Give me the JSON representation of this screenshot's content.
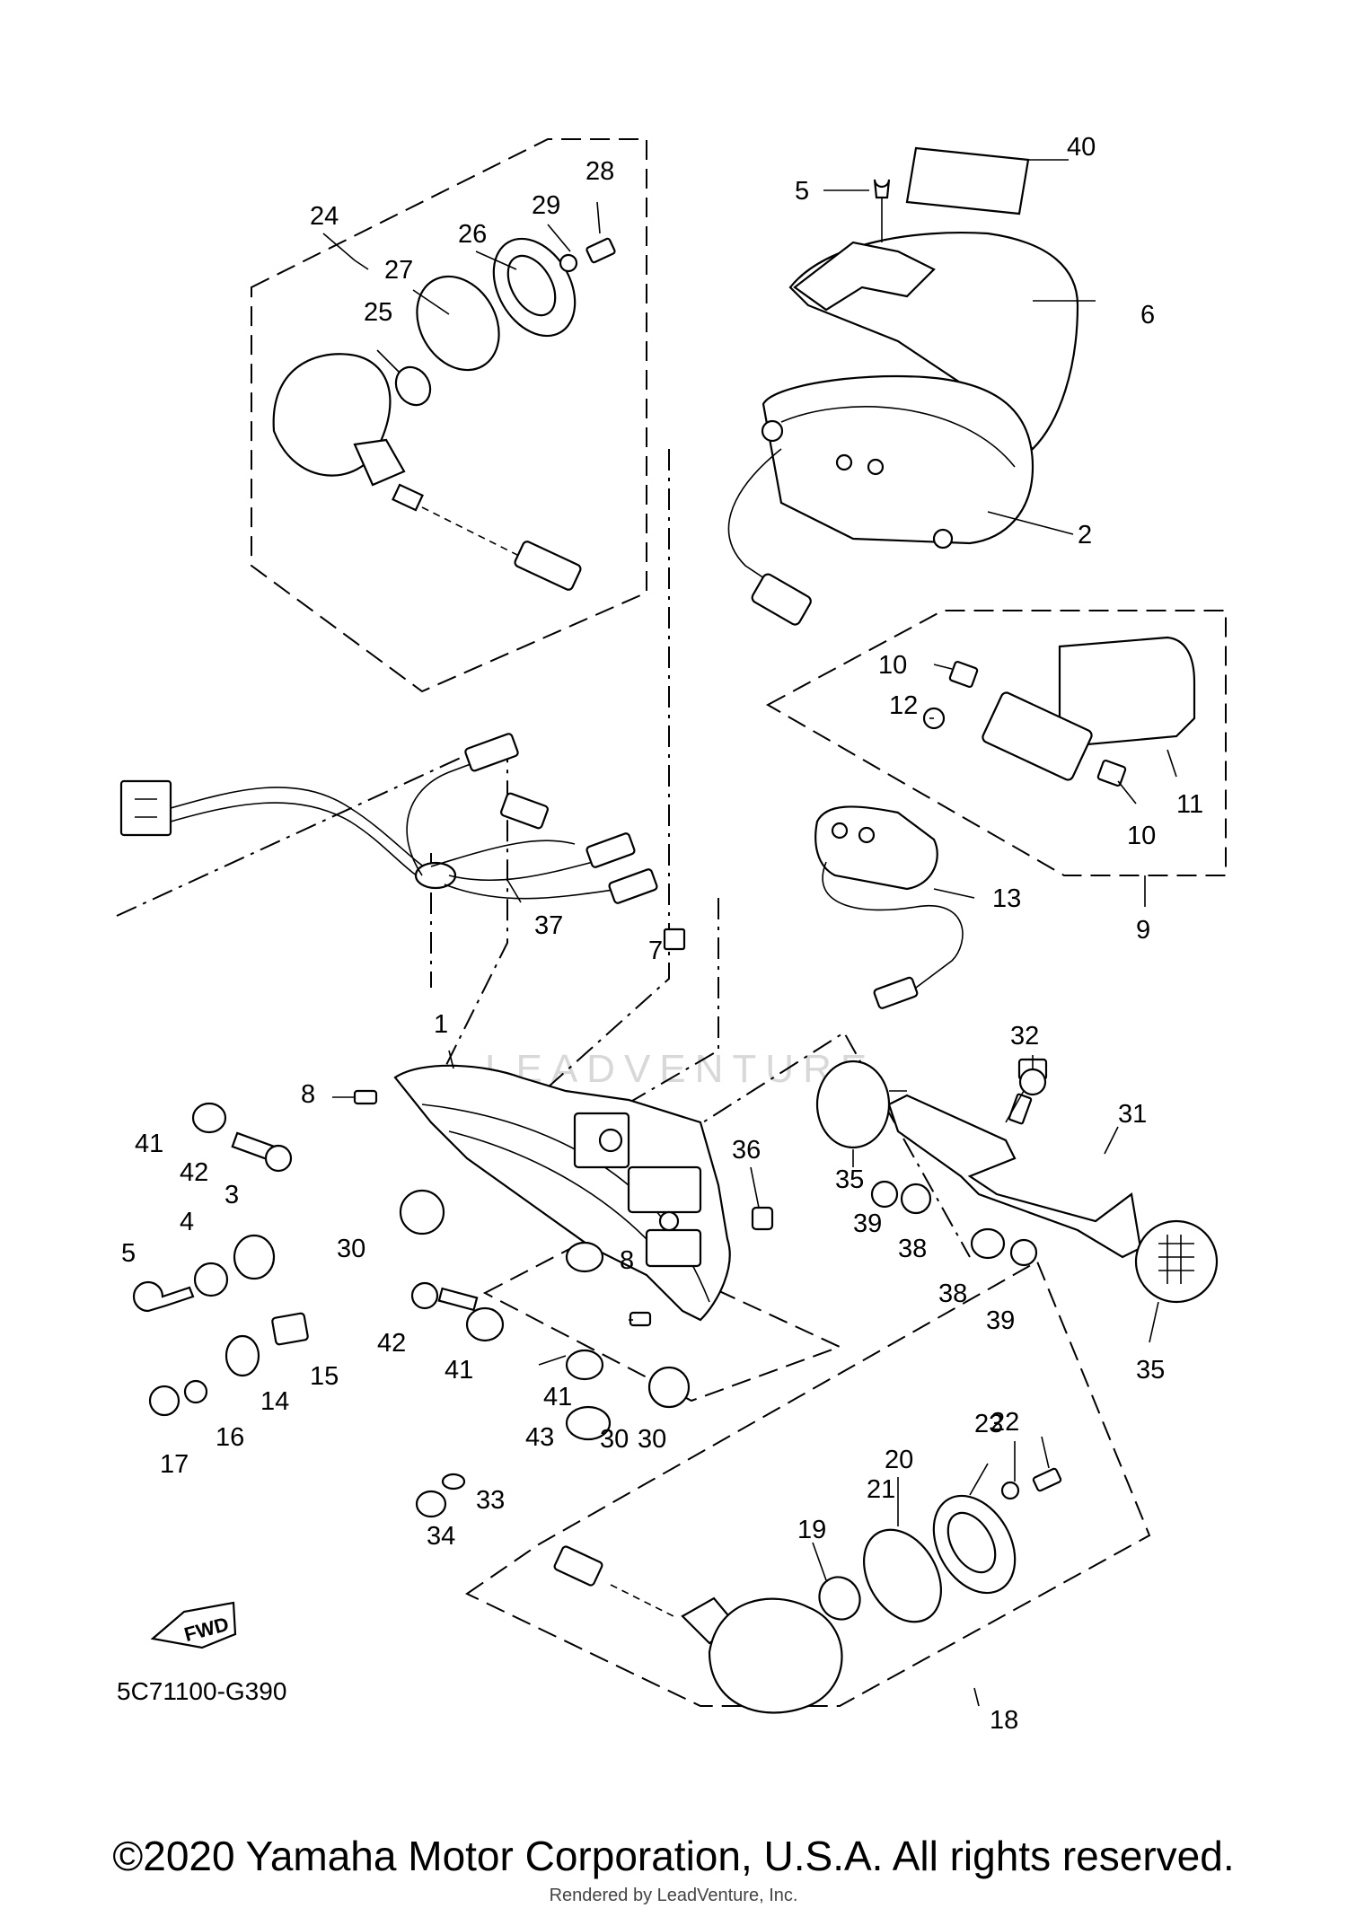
{
  "diagram": {
    "part_code": "5C71100-G390",
    "fwd_label": "FWD",
    "watermark": "LEADVENTURE",
    "callouts": [
      "1",
      "2",
      "3",
      "4",
      "5",
      "5",
      "6",
      "7",
      "8",
      "8",
      "9",
      "10",
      "10",
      "11",
      "12",
      "13",
      "14",
      "15",
      "16",
      "17",
      "18",
      "19",
      "20",
      "21",
      "22",
      "23",
      "24",
      "25",
      "26",
      "27",
      "28",
      "29",
      "30",
      "30",
      "30",
      "31",
      "32",
      "33",
      "34",
      "35",
      "35",
      "36",
      "37",
      "38",
      "38",
      "39",
      "39",
      "40",
      "41",
      "41",
      "41",
      "42",
      "42",
      "43"
    ]
  },
  "footer": {
    "copyright": "©2020 Yamaha Motor Corporation, U.S.A. All rights reserved.",
    "rendered_by": "Rendered by LeadVenture, Inc."
  }
}
